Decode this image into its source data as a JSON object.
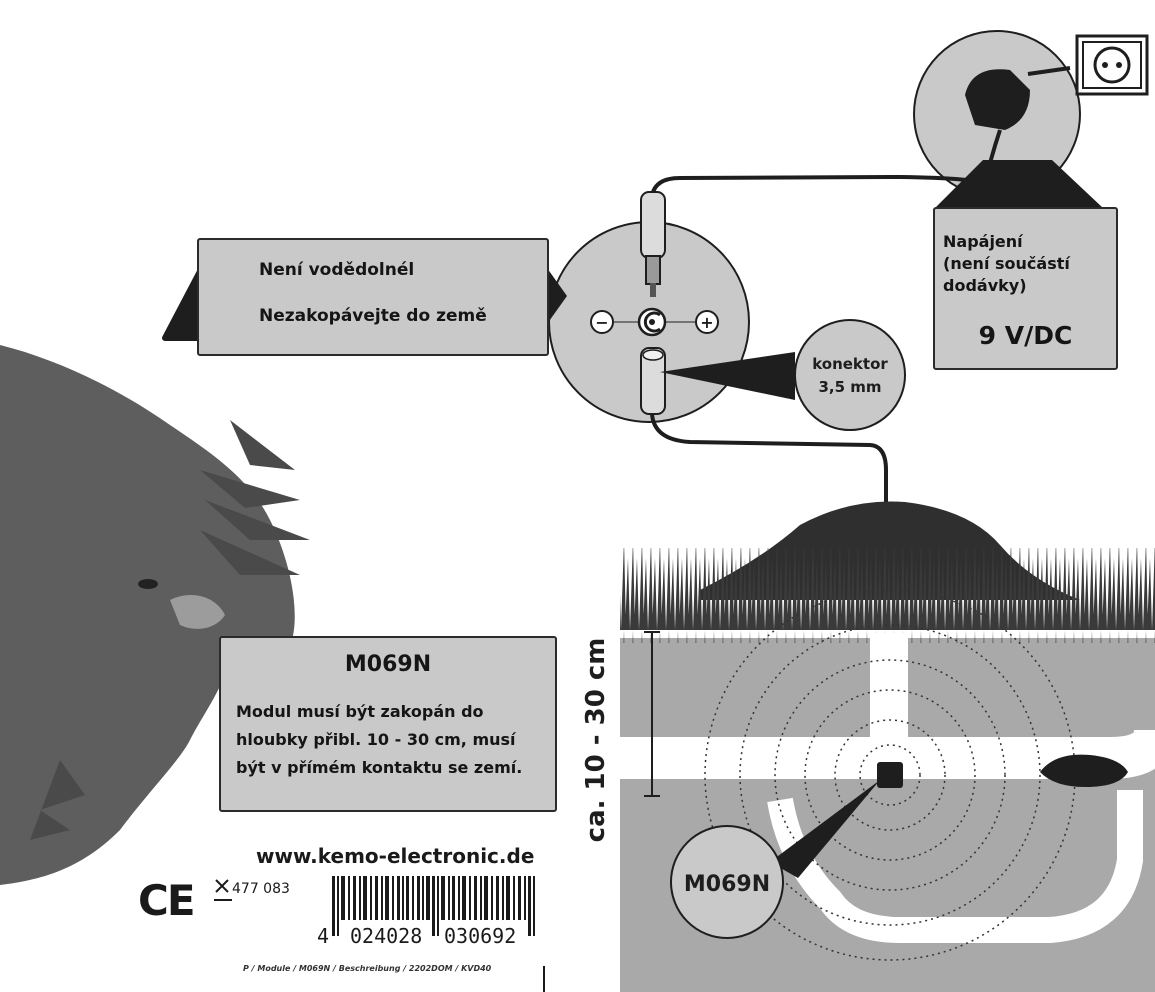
{
  "warning": {
    "line1": "Není vodědolnél",
    "line2": "Nezakopávejte do země"
  },
  "power": {
    "line1": "Napájení",
    "line2": "(není součástí",
    "line3": "dodávky)",
    "voltage": "9 V/DC"
  },
  "connector": {
    "line1": "konektor",
    "line2": "3,5 mm"
  },
  "polarity": {
    "minus": "−",
    "plus": "+"
  },
  "module": {
    "title": "M069N",
    "line1": "Modul musí být zakopán do",
    "line2": "hloubky přibl. 10 - 30 cm, musí",
    "line3": "být v přímém kontaktu se zemí."
  },
  "depth_label": "ca. 10 - 30 cm",
  "module_badge": "M069N",
  "brand": {
    "url": "www.kemo-electronic.de",
    "ce": "CE",
    "article_no": "477 083",
    "barcode_first": "4",
    "barcode_mid1": "024028",
    "barcode_mid2": "030692",
    "footer": "P / Module / M069N / Beschreibung / 2202DOM / KVD40"
  },
  "colors": {
    "box_fill": "#c9c9c9",
    "dark": "#1e1e1e",
    "soil": "#a9a9a9",
    "grass": "#3a3a3a",
    "mole": "#5e5e5e"
  }
}
